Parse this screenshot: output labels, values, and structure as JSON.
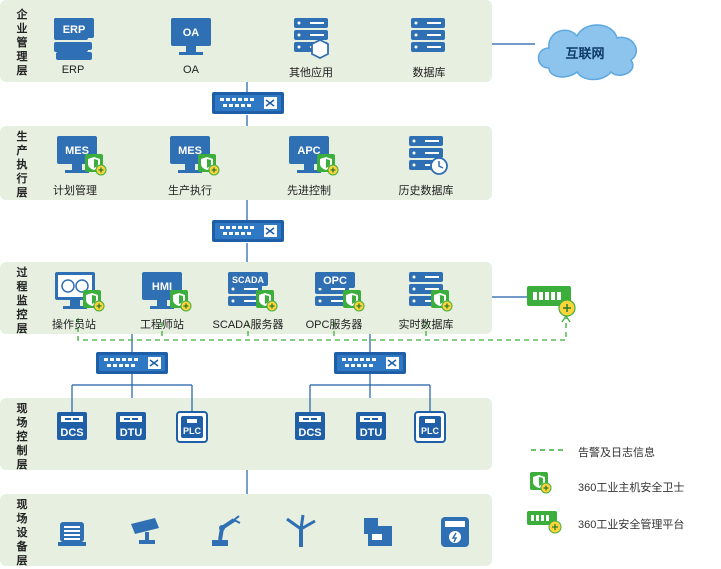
{
  "internet": "互联网",
  "layers": [
    {
      "label": "企业管理层",
      "items": [
        "ERP",
        "OA",
        "其他应用",
        "数据库"
      ]
    },
    {
      "label": "生产执行层",
      "items": [
        "计划管理",
        "生产执行",
        "先进控制",
        "历史数据库"
      ]
    },
    {
      "label": "过程监控层",
      "items": [
        "操作员站",
        "工程师站",
        "SCADA服务器",
        "OPC服务器",
        "实时数据库"
      ]
    },
    {
      "label": "现场控制层",
      "items": []
    },
    {
      "label": "现场设备层",
      "items": []
    }
  ],
  "icon_texts": {
    "erp": "ERP",
    "oa": "OA",
    "mes": "MES",
    "apc": "APC",
    "hmi": "HMI",
    "scada": "SCADA",
    "opc": "OPC",
    "dcs": "DCS",
    "dtu": "DTU",
    "plc": "PLC"
  },
  "legend": {
    "log": "告警及日志信息",
    "guard": "360工业主机安全卫士",
    "platform": "360工业安全管理平台"
  },
  "colors": {
    "band": "#e6efe0",
    "icon_blue": "#2f6fb4",
    "switch_blue": "#1f5fa8",
    "green": "#3cae3c",
    "yellow": "#ffd43b"
  }
}
